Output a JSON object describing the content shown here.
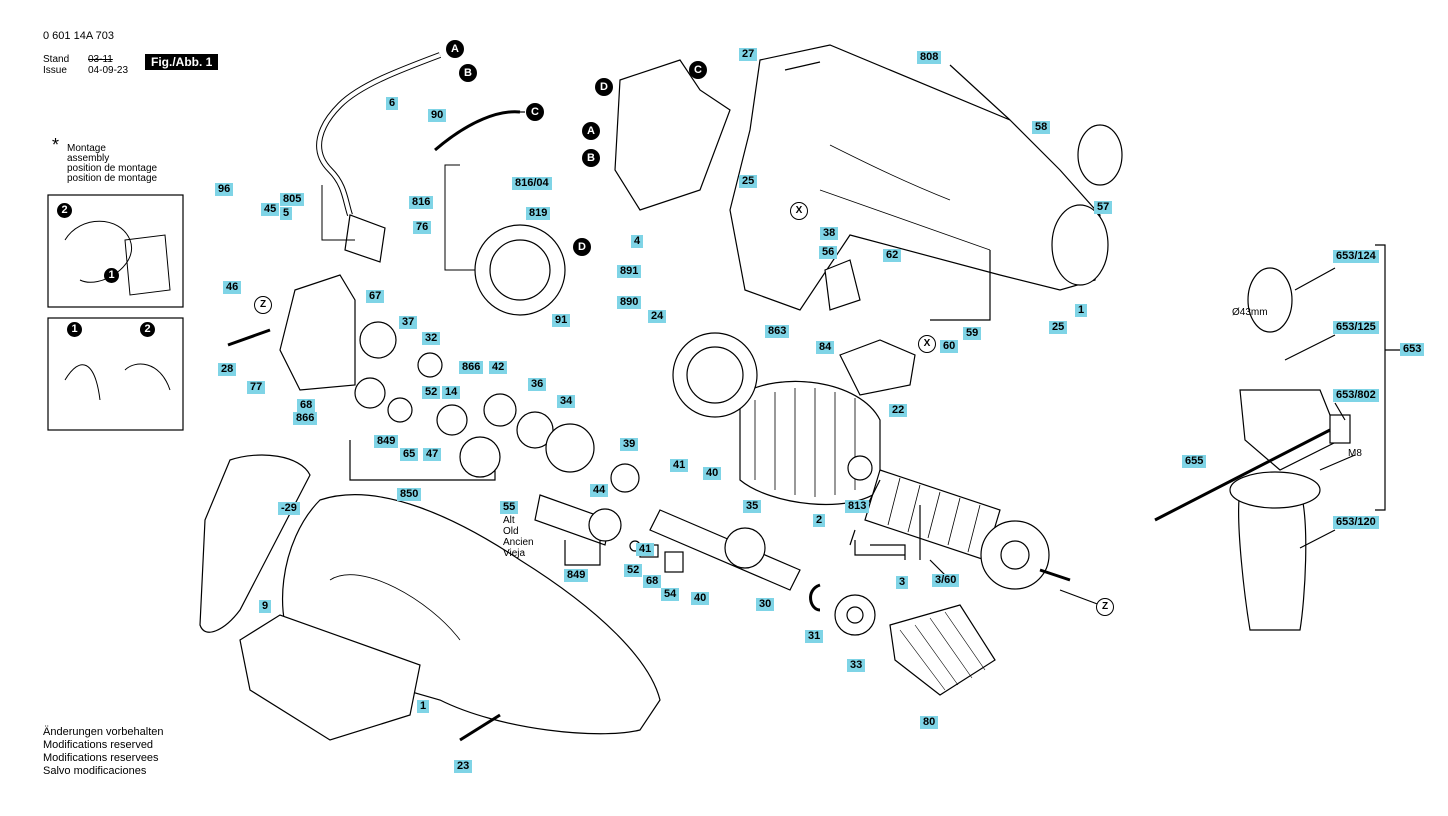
{
  "header": {
    "part_number": "0 601 14A 703",
    "stand_label": "Stand",
    "issue_label": "Issue",
    "stand_date": "03-11",
    "issue_date": "04-09-23",
    "fig_label": "Fig./Abb. 1"
  },
  "assembly_note": {
    "star": "*",
    "lines": [
      "Montage",
      "assembly",
      "position de montage",
      "position de montage"
    ]
  },
  "footer": {
    "lines": [
      "Änderungen vorbehalten",
      "Modifications reserved",
      "Modifications reservees",
      "Salvo modificaciones"
    ]
  },
  "alt_note": [
    "Alt",
    "Old",
    "Ancien",
    "Vieja"
  ],
  "dimension_text": "Ø43mm",
  "thread_text": "M8",
  "connectors": [
    "A",
    "B",
    "C",
    "D",
    "X",
    "Z"
  ],
  "inset_markers": [
    "1",
    "2"
  ],
  "part_labels": [
    "6",
    "96",
    "805",
    "5",
    "45",
    "46",
    "90",
    "816/04",
    "816",
    "76",
    "819",
    "91",
    "67",
    "37",
    "32",
    "866",
    "28",
    "77",
    "68",
    "866",
    "52",
    "14",
    "42",
    "36",
    "34",
    "849",
    "65",
    "47",
    "850",
    "55",
    "39",
    "44",
    "41",
    "40",
    "35",
    "41",
    "52",
    "68",
    "54",
    "40",
    "30",
    "849",
    "-29",
    "9",
    "1",
    "23",
    "27",
    "808",
    "25",
    "4",
    "891",
    "890",
    "24",
    "38",
    "56",
    "62",
    "863",
    "84",
    "60",
    "59",
    "25",
    "1",
    "58",
    "57",
    "22",
    "2",
    "813",
    "3",
    "3/60",
    "31",
    "33",
    "80",
    "653/124",
    "653/125",
    "653",
    "653/802",
    "655",
    "653/120"
  ]
}
